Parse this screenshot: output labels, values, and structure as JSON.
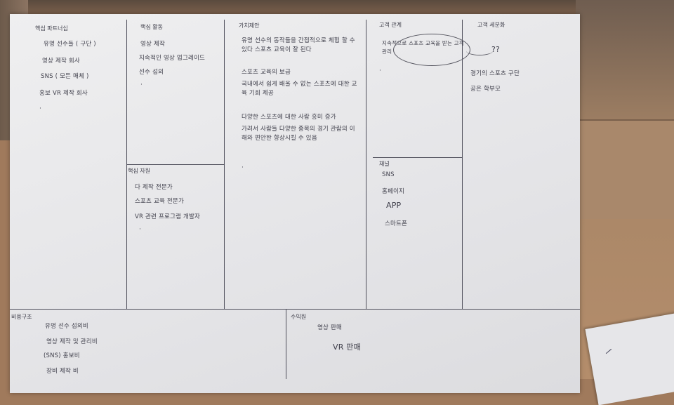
{
  "canvas": {
    "key_partners": {
      "header": "핵심 파트너십",
      "items": [
        "유명 선수들 ( 구단 )",
        "영상 제작 회사",
        "SNS ( 모든 매체 )",
        "홍보 VR 제작 회사"
      ]
    },
    "key_activities": {
      "header": "핵심 활동",
      "items": [
        "영상 제작",
        "지속적인 영상 업그레이드",
        "선수 섭외"
      ]
    },
    "key_resources": {
      "header": "핵심 자원",
      "items": [
        "다 제작 전문가",
        "스포츠 교육 전문가",
        "VR 관련 프로그램 개발자"
      ]
    },
    "value_propositions": {
      "header": "가치제안",
      "items": [
        "유명 선수의 동작들을 간접적으로 체험 할 수 있다 스포츠 교육이 잘 된다",
        "스포츠 교육의 보급",
        "국내에서 쉽게 배울 수 없는 스포츠에 대한 교육 기회 제공",
        "다양한 스포츠에 대한 사람 흥미 증가",
        "가려서 사람들 다양한 종목의 경기 관람의 이해와 편안한 향상시킬 수 있음"
      ]
    },
    "customer_relationships": {
      "header": "고객 관계",
      "items": [
        "지속적으로 스포츠 교육을 받는 고객관리"
      ]
    },
    "channels": {
      "header": "채널",
      "items": [
        "SNS",
        "홈페이지",
        "APP",
        "스마트폰"
      ]
    },
    "customer_segments": {
      "header": "고객 세분화",
      "mark": "??",
      "items": [
        "경기의 스포츠 구단",
        "공은 학부모"
      ]
    },
    "cost_structure": {
      "header": "비용구조",
      "items": [
        "유명 선수 섭외비",
        "영상 제작 및 관리비",
        "(SNS) 홍보비",
        "장비 제작 비"
      ]
    },
    "revenue_streams": {
      "header": "수익원",
      "items": [
        "영상 판매",
        "VR 판매"
      ]
    }
  },
  "colors": {
    "ink": "#3e3e4a",
    "paper": "#e8e8ea",
    "desk": "#a07a5c"
  }
}
